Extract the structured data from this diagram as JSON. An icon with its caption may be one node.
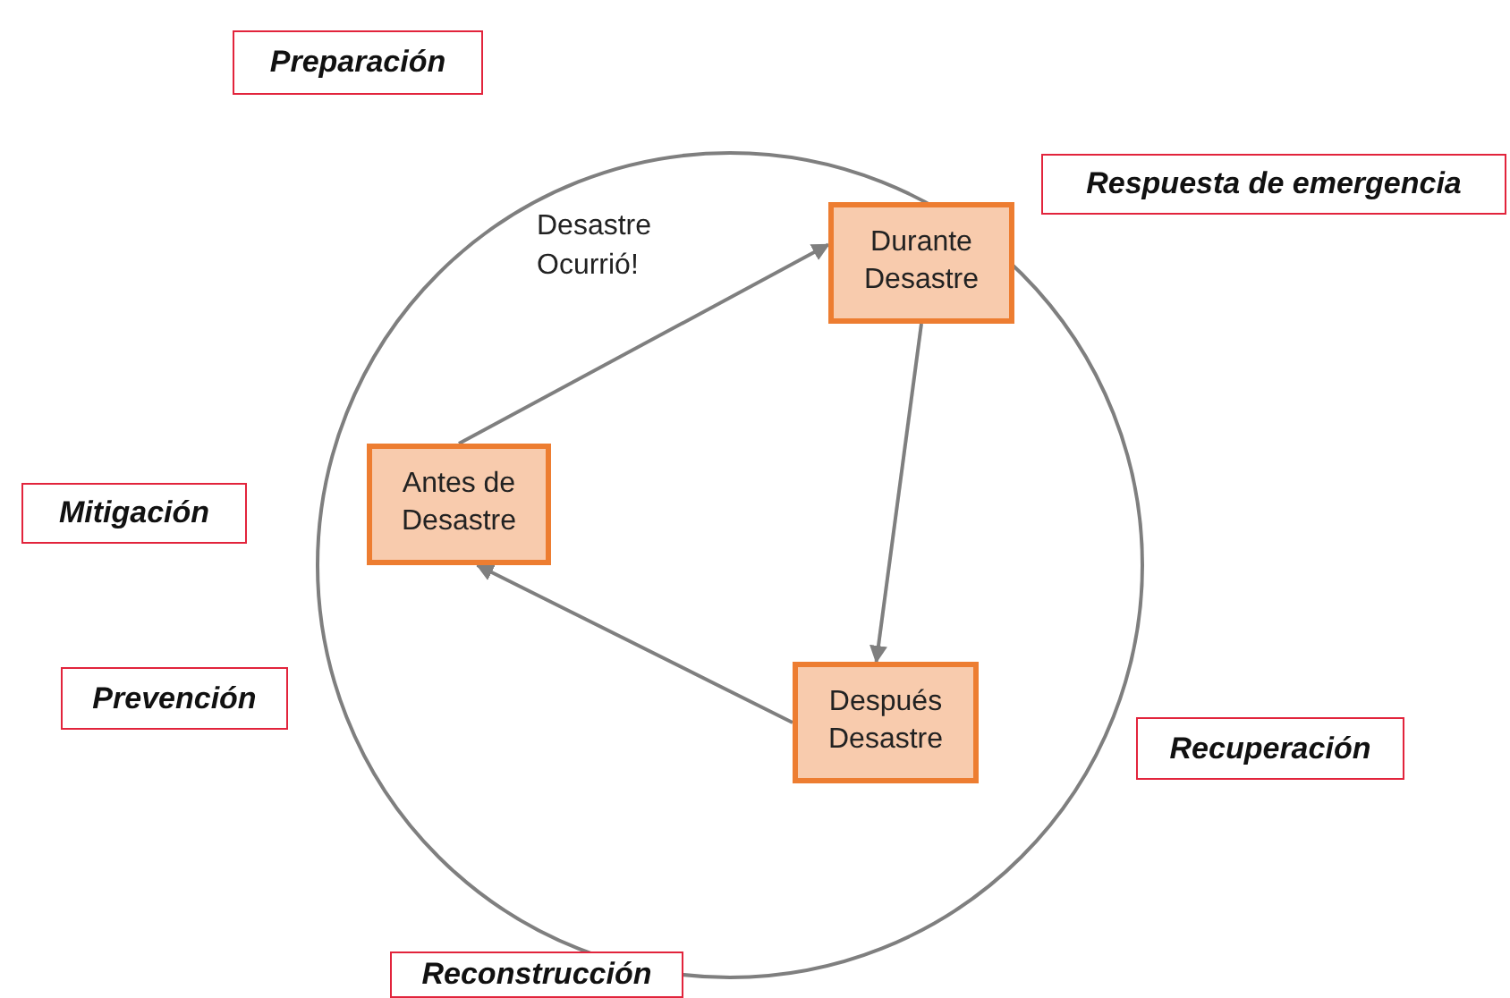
{
  "diagram": {
    "nodes": [
      {
        "text": [
          "Preparación"
        ]
      },
      {
        "text": [
          "Respuesta de emergencia"
        ]
      },
      {
        "text": [],
        "shape": "circle"
      },
      {
        "text": [
          "Durante Desastre"
        ],
        "in": 2
      },
      {
        "text": [
          "Antes de Desastre"
        ],
        "in": 2
      },
      {
        "text": [
          "Mitigación"
        ]
      },
      {
        "text": [
          "Prevención"
        ]
      },
      {
        "text": [
          "Después Desastre"
        ],
        "in": 2
      },
      {
        "text": [
          "Recuperación"
        ]
      },
      {
        "text": [
          "Reconstrucción"
        ]
      }
    ],
    "edges": [
      {
        "from": 4,
        "to": 3,
        "arrow": "to",
        "label": "Desastre Ocurrió!"
      },
      {
        "from": 3,
        "to": 7,
        "arrow": "to"
      },
      {
        "from": 7,
        "to": 4,
        "arrow": "to"
      }
    ]
  }
}
